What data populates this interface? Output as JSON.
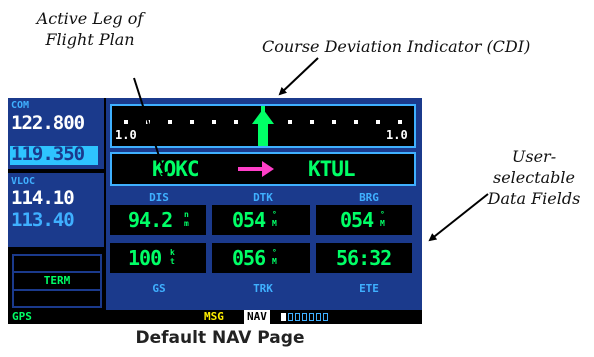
{
  "callouts": {
    "active_leg": "Active Leg of Flight Plan",
    "cdi": "Course Deviation Indicator (CDI)",
    "data_fields": "User-selectable Data Fields"
  },
  "caption": "Default NAV Page",
  "com": {
    "label": "COM",
    "active": "122.800",
    "standby": "119.350"
  },
  "vloc": {
    "label": "VLOC",
    "active": "114.10",
    "standby": "113.40"
  },
  "side_label": "TERM",
  "cdi": {
    "scale_left": "1.0",
    "scale_right": "1.0"
  },
  "leg": {
    "from": "KOKC",
    "to": "KTUL"
  },
  "fields": {
    "top": [
      {
        "label": "DIS",
        "value": "94.2",
        "unit_top": "n",
        "unit_bottom": "m"
      },
      {
        "label": "DTK",
        "value": "054",
        "unit_top": "°",
        "unit_bottom": "M"
      },
      {
        "label": "BRG",
        "value": "054",
        "unit_top": "°",
        "unit_bottom": "M"
      }
    ],
    "bottom": [
      {
        "label": "GS",
        "value": "100",
        "unit_top": "k",
        "unit_bottom": "t"
      },
      {
        "label": "TRK",
        "value": "056",
        "unit_top": "°",
        "unit_bottom": "M"
      },
      {
        "label": "ETE",
        "value": "56:32",
        "unit_top": "",
        "unit_bottom": ""
      }
    ]
  },
  "status": {
    "mode": "GPS",
    "msg": "MSG",
    "page_group": "NAV",
    "page_count": 7,
    "active_page": 1
  },
  "colors": {
    "panel_blue": "#1b3a8c",
    "cyan": "#3fb0ff",
    "green": "#00ff66",
    "magenta": "#ff3fc8"
  }
}
